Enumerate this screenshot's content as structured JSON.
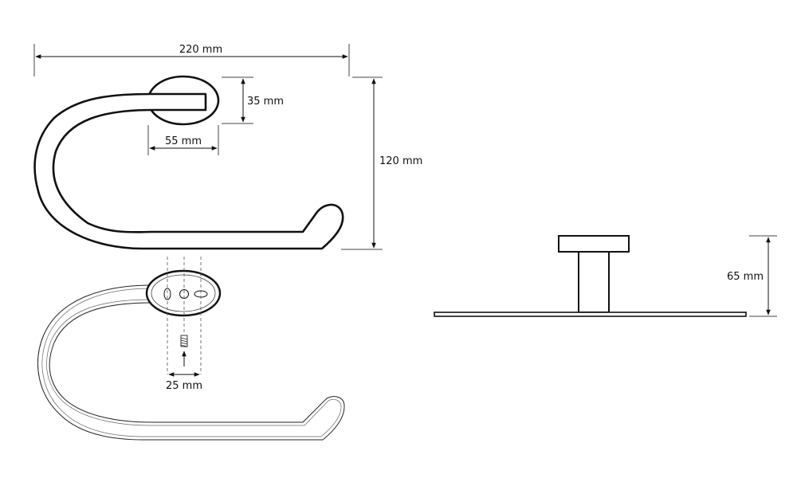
{
  "dimensions": {
    "width_220": "220 mm",
    "height_35": "35 mm",
    "width_55": "55 mm",
    "height_120": "120 mm",
    "width_25": "25 mm",
    "depth_65": "65 mm"
  },
  "colors": {
    "line": "#111111",
    "thin_line": "#444444",
    "background": "#ffffff"
  }
}
